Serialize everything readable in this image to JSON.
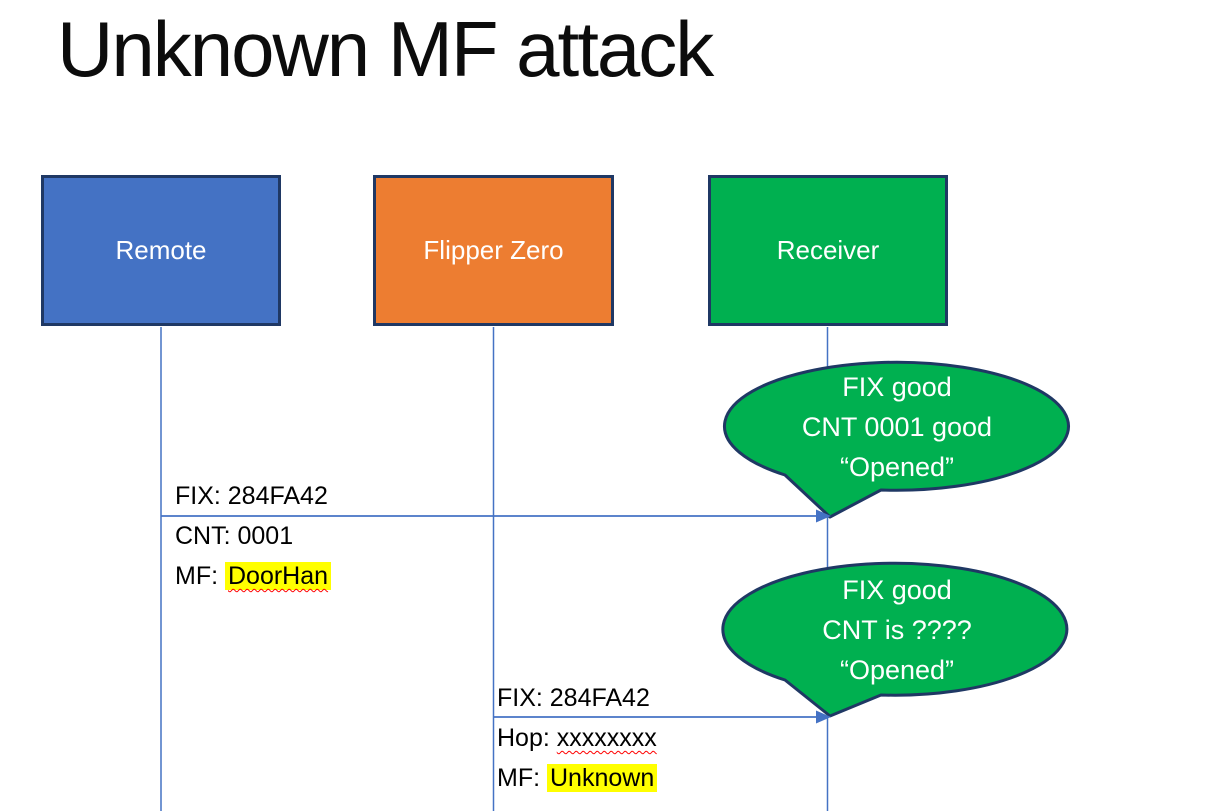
{
  "slide": {
    "title": "Unknown MF attack"
  },
  "colors": {
    "remote_fill": "#4472C4",
    "flipper_fill": "#ED7D31",
    "receiver_fill": "#00B050",
    "shape_border": "#1F3864",
    "connector": "#4472C4",
    "bubble_fill": "#00B050",
    "bubble_text": "#FFFFFF",
    "label_text": "#000000",
    "highlight": "#FFFF00",
    "squiggle": "#FF0000"
  },
  "actors": [
    {
      "label": "Remote"
    },
    {
      "label": "Flipper Zero"
    },
    {
      "label": "Receiver"
    }
  ],
  "messages": [
    {
      "from": "Remote",
      "to": "Receiver",
      "fix": "FIX: 284FA42",
      "cnt": "CNT: 0001",
      "mf_prefix": "MF: ",
      "mf_value": "DoorHan"
    },
    {
      "from": "Flipper Zero",
      "to": "Receiver",
      "fix": "FIX: 284FA42",
      "hop_prefix": "Hop: ",
      "hop_value": "xxxxxxxx",
      "mf_prefix": "MF: ",
      "mf_value": "Unknown"
    }
  ],
  "callouts": [
    {
      "line1": "FIX good",
      "line2": "CNT 0001 good",
      "line3": "“Opened”"
    },
    {
      "line1": "FIX good",
      "line2": "CNT is ????",
      "line3": "“Opened”"
    }
  ]
}
